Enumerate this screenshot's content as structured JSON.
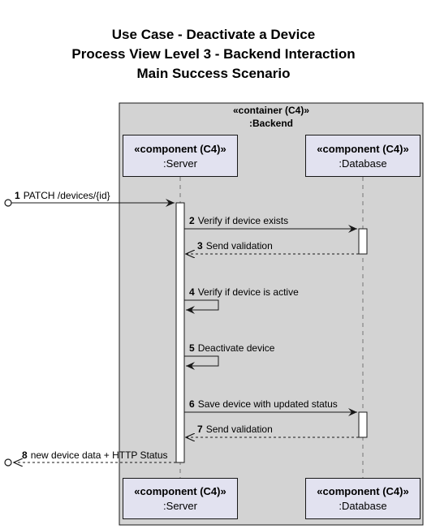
{
  "title": {
    "line1": "Use Case - Deactivate a Device",
    "line2": "Process View Level 3 - Backend Interaction",
    "line3": "Main Success Scenario"
  },
  "container": {
    "stereotype": "«container (C4)»",
    "name": ":Backend"
  },
  "participants": {
    "server": {
      "stereotype": "«component (C4)»",
      "name": ":Server"
    },
    "database": {
      "stereotype": "«component (C4)»",
      "name": ":Database"
    }
  },
  "messages": [
    {
      "num": "1",
      "text": "PATCH /devices/{id}"
    },
    {
      "num": "2",
      "text": "Verify if device exists"
    },
    {
      "num": "3",
      "text": "Send validation"
    },
    {
      "num": "4",
      "text": "Verify if device is active"
    },
    {
      "num": "5",
      "text": "Deactivate device"
    },
    {
      "num": "6",
      "text": "Save device with updated status"
    },
    {
      "num": "7",
      "text": "Send validation"
    },
    {
      "num": "8",
      "text": "new device data + HTTP Status"
    }
  ],
  "colors": {
    "container_fill": "#d3d3d3",
    "participant_fill": "#e2e2f0",
    "line": "#181818"
  }
}
